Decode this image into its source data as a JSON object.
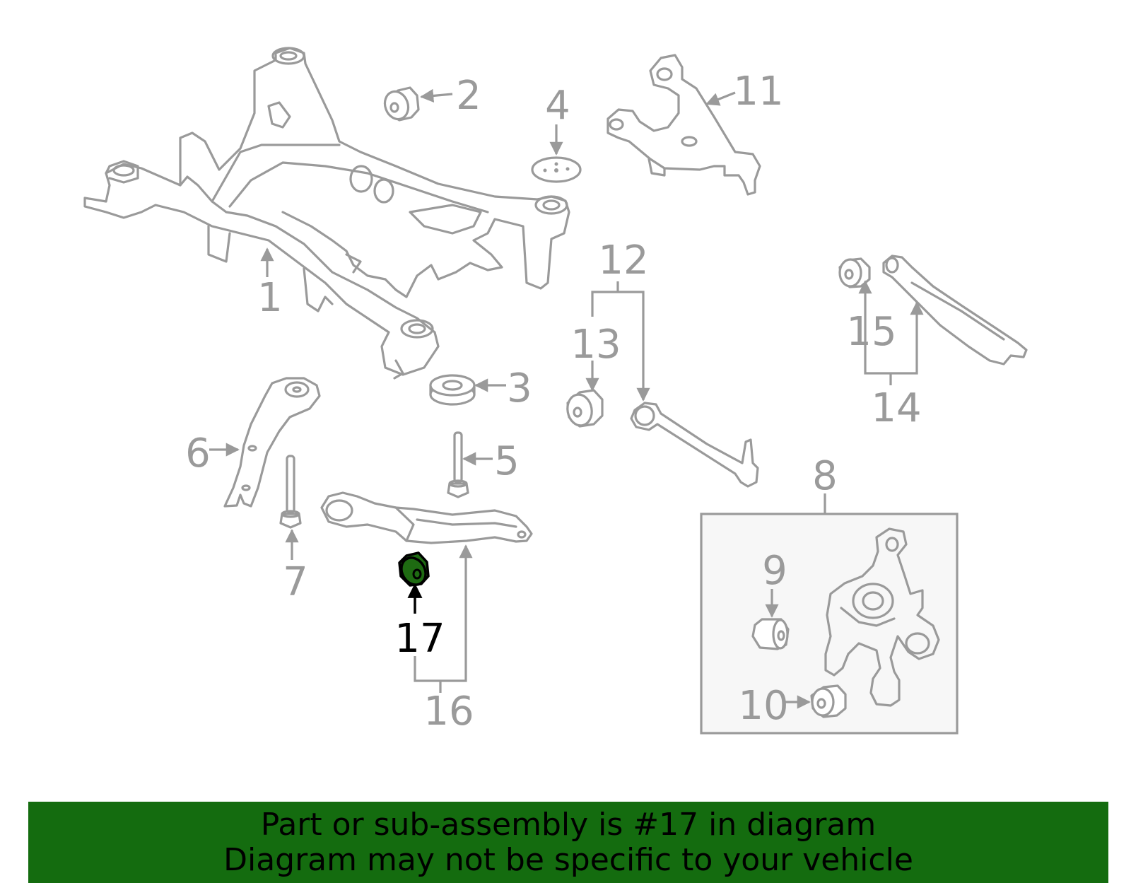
{
  "callouts": {
    "c1": "1",
    "c2": "2",
    "c3": "3",
    "c4": "4",
    "c5": "5",
    "c6": "6",
    "c7": "7",
    "c8": "8",
    "c9": "9",
    "c10": "10",
    "c11": "11",
    "c12": "12",
    "c13": "13",
    "c14": "14",
    "c15": "15",
    "c16": "16",
    "c17": "17"
  },
  "highlighted_part": "17",
  "colors": {
    "line": "#9a9a9a",
    "highlight_fill": "#1e6b12",
    "banner_bg": "#146c0f",
    "banner_text": "#000000",
    "inset_bg": "#f7f7f7"
  },
  "banner": {
    "line1": "Part or sub-assembly is #17 in diagram",
    "line2": "Diagram may not be specific to your vehicle"
  }
}
